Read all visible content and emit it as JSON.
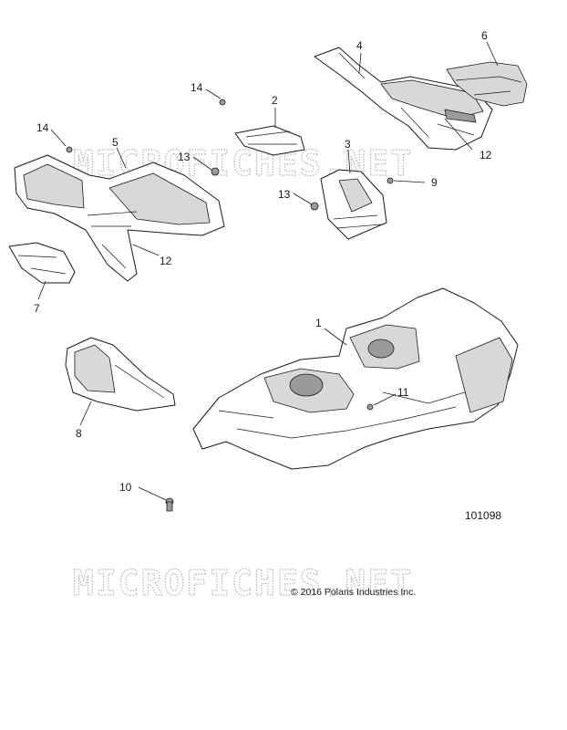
{
  "watermark": "MICROFICHES.NET",
  "document_number": "101098",
  "copyright": "© 2016 Polaris Industries Inc.",
  "callouts": {
    "c1": "1",
    "c2": "2",
    "c3": "3",
    "c4": "4",
    "c5": "5",
    "c6": "6",
    "c7": "7",
    "c8": "8",
    "c9": "9",
    "c10": "10",
    "c11": "11",
    "c12a": "12",
    "c12b": "12",
    "c13a": "13",
    "c13b": "13",
    "c14a": "14",
    "c14b": "14"
  }
}
